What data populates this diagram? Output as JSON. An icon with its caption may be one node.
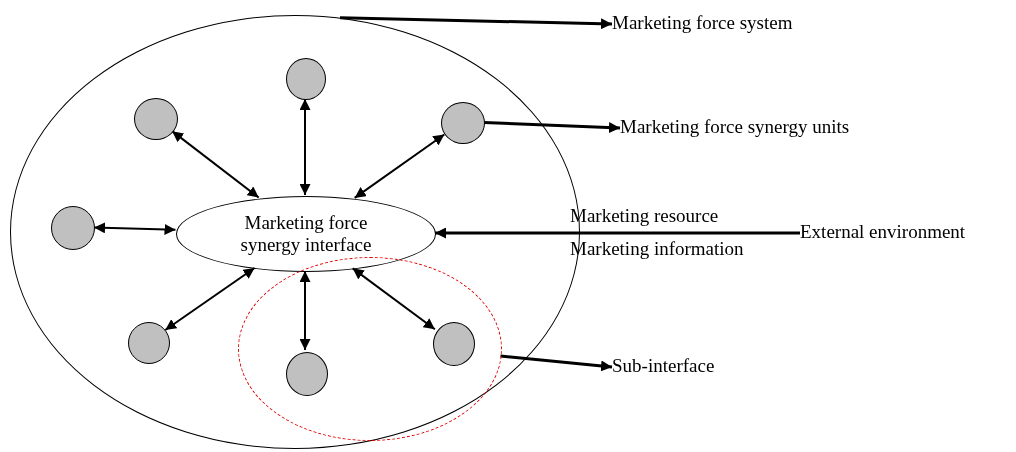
{
  "diagram": {
    "nodes": [
      {
        "text": [],
        "shape": "circle"
      },
      {
        "text": [
          "Marketing force system"
        ]
      },
      {
        "text": [],
        "shape": "circle",
        "in": 0
      },
      {
        "text": [],
        "shape": "circle",
        "in": 0
      },
      {
        "text": [],
        "shape": "circle",
        "in": 0
      },
      {
        "text": [
          "Marketing force synergy units"
        ]
      },
      {
        "text": [
          "Marketing force synergy interface"
        ],
        "in": 0
      },
      {
        "text": [],
        "shape": "circle",
        "in": 0
      },
      {
        "text": [
          "External environment"
        ]
      },
      {
        "text": [],
        "shape": "circle",
        "in": 0
      },
      {
        "text": [],
        "shape": "circle",
        "in": 0
      },
      {
        "text": [],
        "shape": "circle",
        "in": 9
      },
      {
        "text": [],
        "shape": "circle",
        "in": 9
      },
      {
        "text": [
          "Sub-interface"
        ]
      }
    ],
    "edges": [
      {
        "from": 0,
        "to": 1,
        "arrow": "to"
      },
      {
        "from": 2,
        "to": 6,
        "arrow": "both"
      },
      {
        "from": 3,
        "to": 6,
        "arrow": "both"
      },
      {
        "from": 4,
        "to": 6,
        "arrow": "both"
      },
      {
        "from": 4,
        "to": 5,
        "arrow": "to"
      },
      {
        "from": 7,
        "to": 6,
        "arrow": "both"
      },
      {
        "from": 8,
        "to": 6,
        "arrow": "to"
      },
      {
        "from": 10,
        "to": 6,
        "arrow": "both"
      },
      {
        "from": 12,
        "to": 6,
        "arrow": "both"
      },
      {
        "from": 11,
        "to": 6,
        "arrow": "both"
      },
      {
        "from": 9,
        "to": 13,
        "arrow": "to"
      }
    ],
    "labels": [
      "Marketing resource",
      "Marketing information"
    ]
  }
}
